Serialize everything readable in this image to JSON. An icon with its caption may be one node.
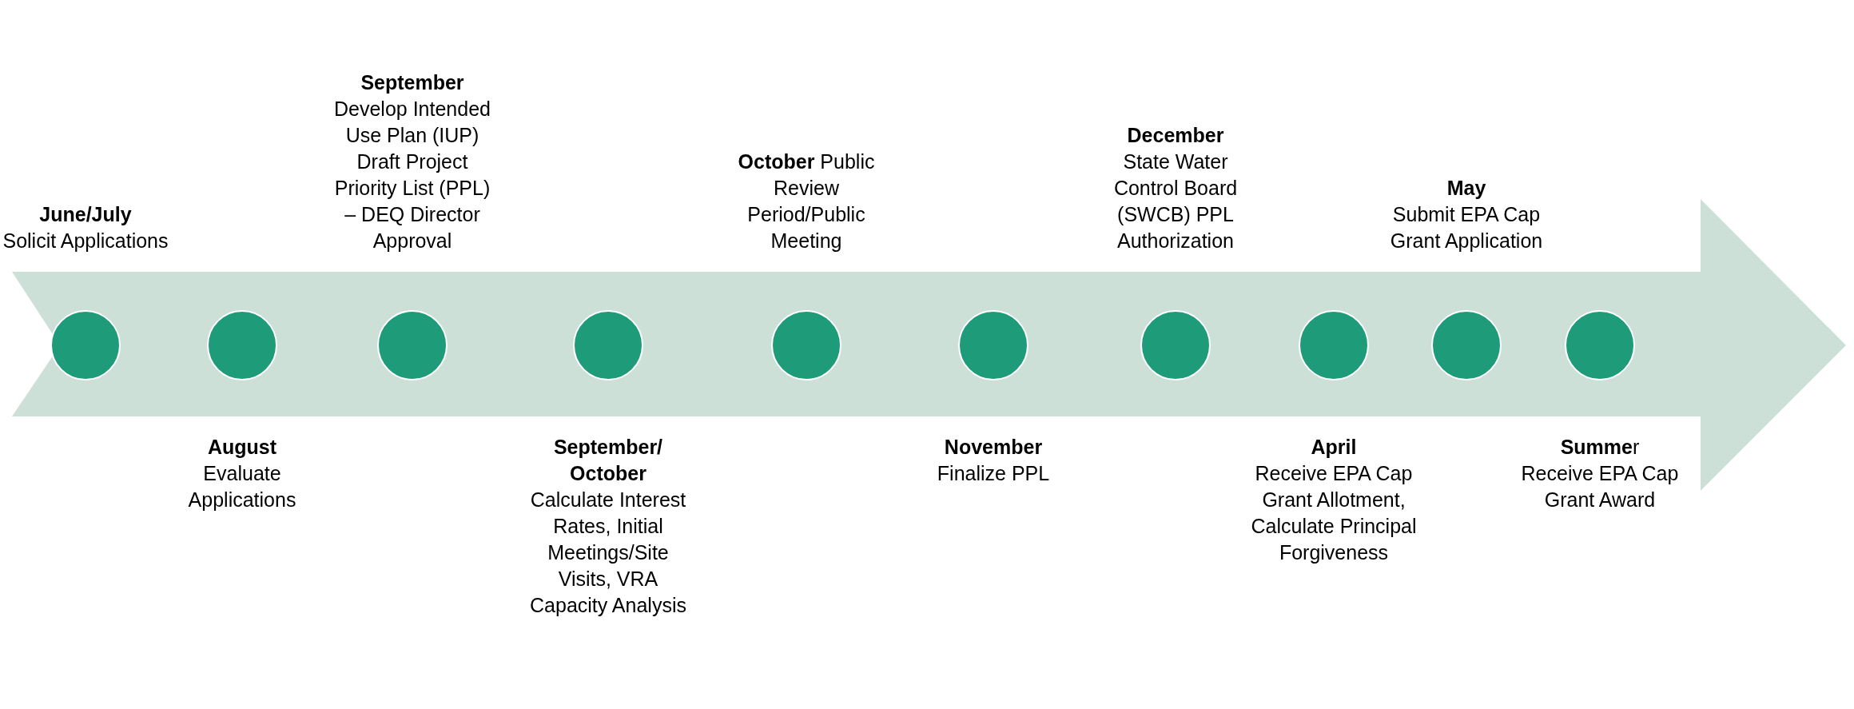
{
  "diagram": {
    "nodes": [
      {
        "text": [],
        "shape": "circle",
        "beside": [
          "June/July",
          "Solicit Applications"
        ]
      },
      {
        "text": [],
        "shape": "circle",
        "beside": [
          "August",
          "Evaluate Applications"
        ]
      },
      {
        "text": [],
        "shape": "circle",
        "beside": [
          "September",
          "Develop Intended Use Plan (IUP) Draft Project Priority List (PPL) – DEQ Director Approval"
        ]
      },
      {
        "text": [],
        "shape": "circle",
        "beside": [
          "September/ October",
          "Calculate Interest Rates, Initial Meetings/Site Visits, VRA Capacity Analysis"
        ]
      },
      {
        "text": [],
        "shape": "circle",
        "beside": [
          "**October** Public Review Period/Public Meeting"
        ]
      },
      {
        "text": [],
        "shape": "circle",
        "beside": [
          "November",
          "Finalize PPL"
        ]
      },
      {
        "text": [],
        "shape": "circle",
        "beside": [
          "December",
          "State Water Control Board (SWCB) PPL Authorization"
        ]
      },
      {
        "text": [],
        "shape": "circle",
        "beside": [
          "April",
          "Receive EPA Cap Grant Allotment, Calculate Principal Forgiveness"
        ]
      },
      {
        "text": [],
        "shape": "circle",
        "beside": [
          "May",
          "Submit EPA Cap Grant Application"
        ]
      },
      {
        "text": [],
        "shape": "circle",
        "beside": [
          "**Summe**r",
          "Receive EPA Cap Grant Award"
        ]
      }
    ]
  }
}
